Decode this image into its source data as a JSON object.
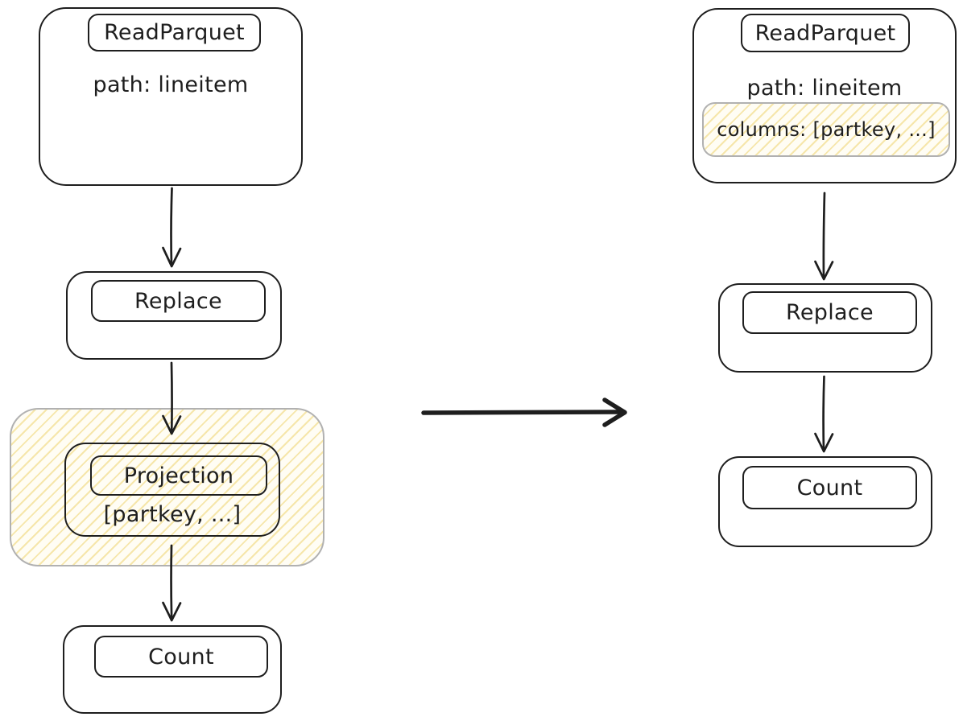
{
  "diagram": {
    "left_plan": {
      "read_parquet": {
        "title": "ReadParquet",
        "path_label": "path: lineitem"
      },
      "replace": {
        "title": "Replace"
      },
      "projection": {
        "title": "Projection",
        "columns_label": "[partkey, ...]"
      },
      "count": {
        "title": "Count"
      },
      "edges": [
        "ReadParquet->Replace",
        "Replace->Projection",
        "Projection->Count"
      ]
    },
    "right_plan": {
      "read_parquet": {
        "title": "ReadParquet",
        "path_label": "path: lineitem",
        "columns_label": "columns: [partkey, ...]"
      },
      "replace": {
        "title": "Replace"
      },
      "count": {
        "title": "Count"
      },
      "edges": [
        "ReadParquet->Replace",
        "Replace->Count"
      ]
    },
    "transform_arrow": {
      "direction": "left-to-right"
    },
    "colors": {
      "stroke": "#1e1e1e",
      "highlight_border": "#b1b1b1",
      "hatch_line": "#eed36e",
      "hatch_background": "#fffdf4",
      "background": "#ffffff"
    }
  }
}
